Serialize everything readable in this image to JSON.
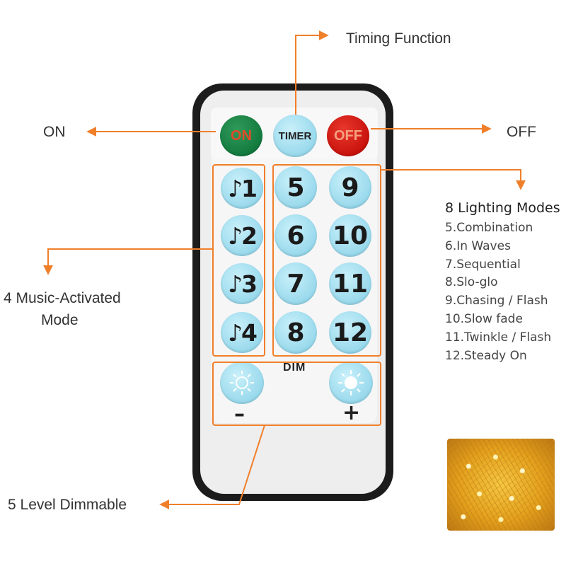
{
  "annotations": {
    "timing": "Timing Function",
    "on": "ON",
    "off": "OFF",
    "music_line1": "4 Music-Activated",
    "music_line2": "Mode",
    "dimmable": "5 Level Dimmable"
  },
  "lighting_modes": {
    "title": "8 Lighting Modes",
    "items": [
      "5.Combination",
      "6.In Waves",
      "7.Sequential",
      "8.Slo-glo",
      "9.Chasing / Flash",
      "10.Slow fade",
      "11.Twinkle / Flash",
      "12.Steady On"
    ]
  },
  "remote": {
    "on_label": "ON",
    "timer_label": "TIMER",
    "off_label": "OFF",
    "music_buttons": [
      "♪1",
      "♪2",
      "♪3",
      "♪4"
    ],
    "mode_buttons": [
      "5",
      "9",
      "6",
      "10",
      "7",
      "11",
      "8",
      "12"
    ],
    "dim_label": "DIM",
    "dim_minus": "–",
    "dim_plus": "+"
  },
  "colors": {
    "accent": "#f07f2a",
    "button_blue": "#9fdcee",
    "on_green": "#137a3e",
    "off_red": "#c9130c"
  },
  "icons": {
    "dim_down": "sun-outline-icon",
    "dim_up": "sun-bright-icon",
    "lights": "fairy-lights-image"
  }
}
